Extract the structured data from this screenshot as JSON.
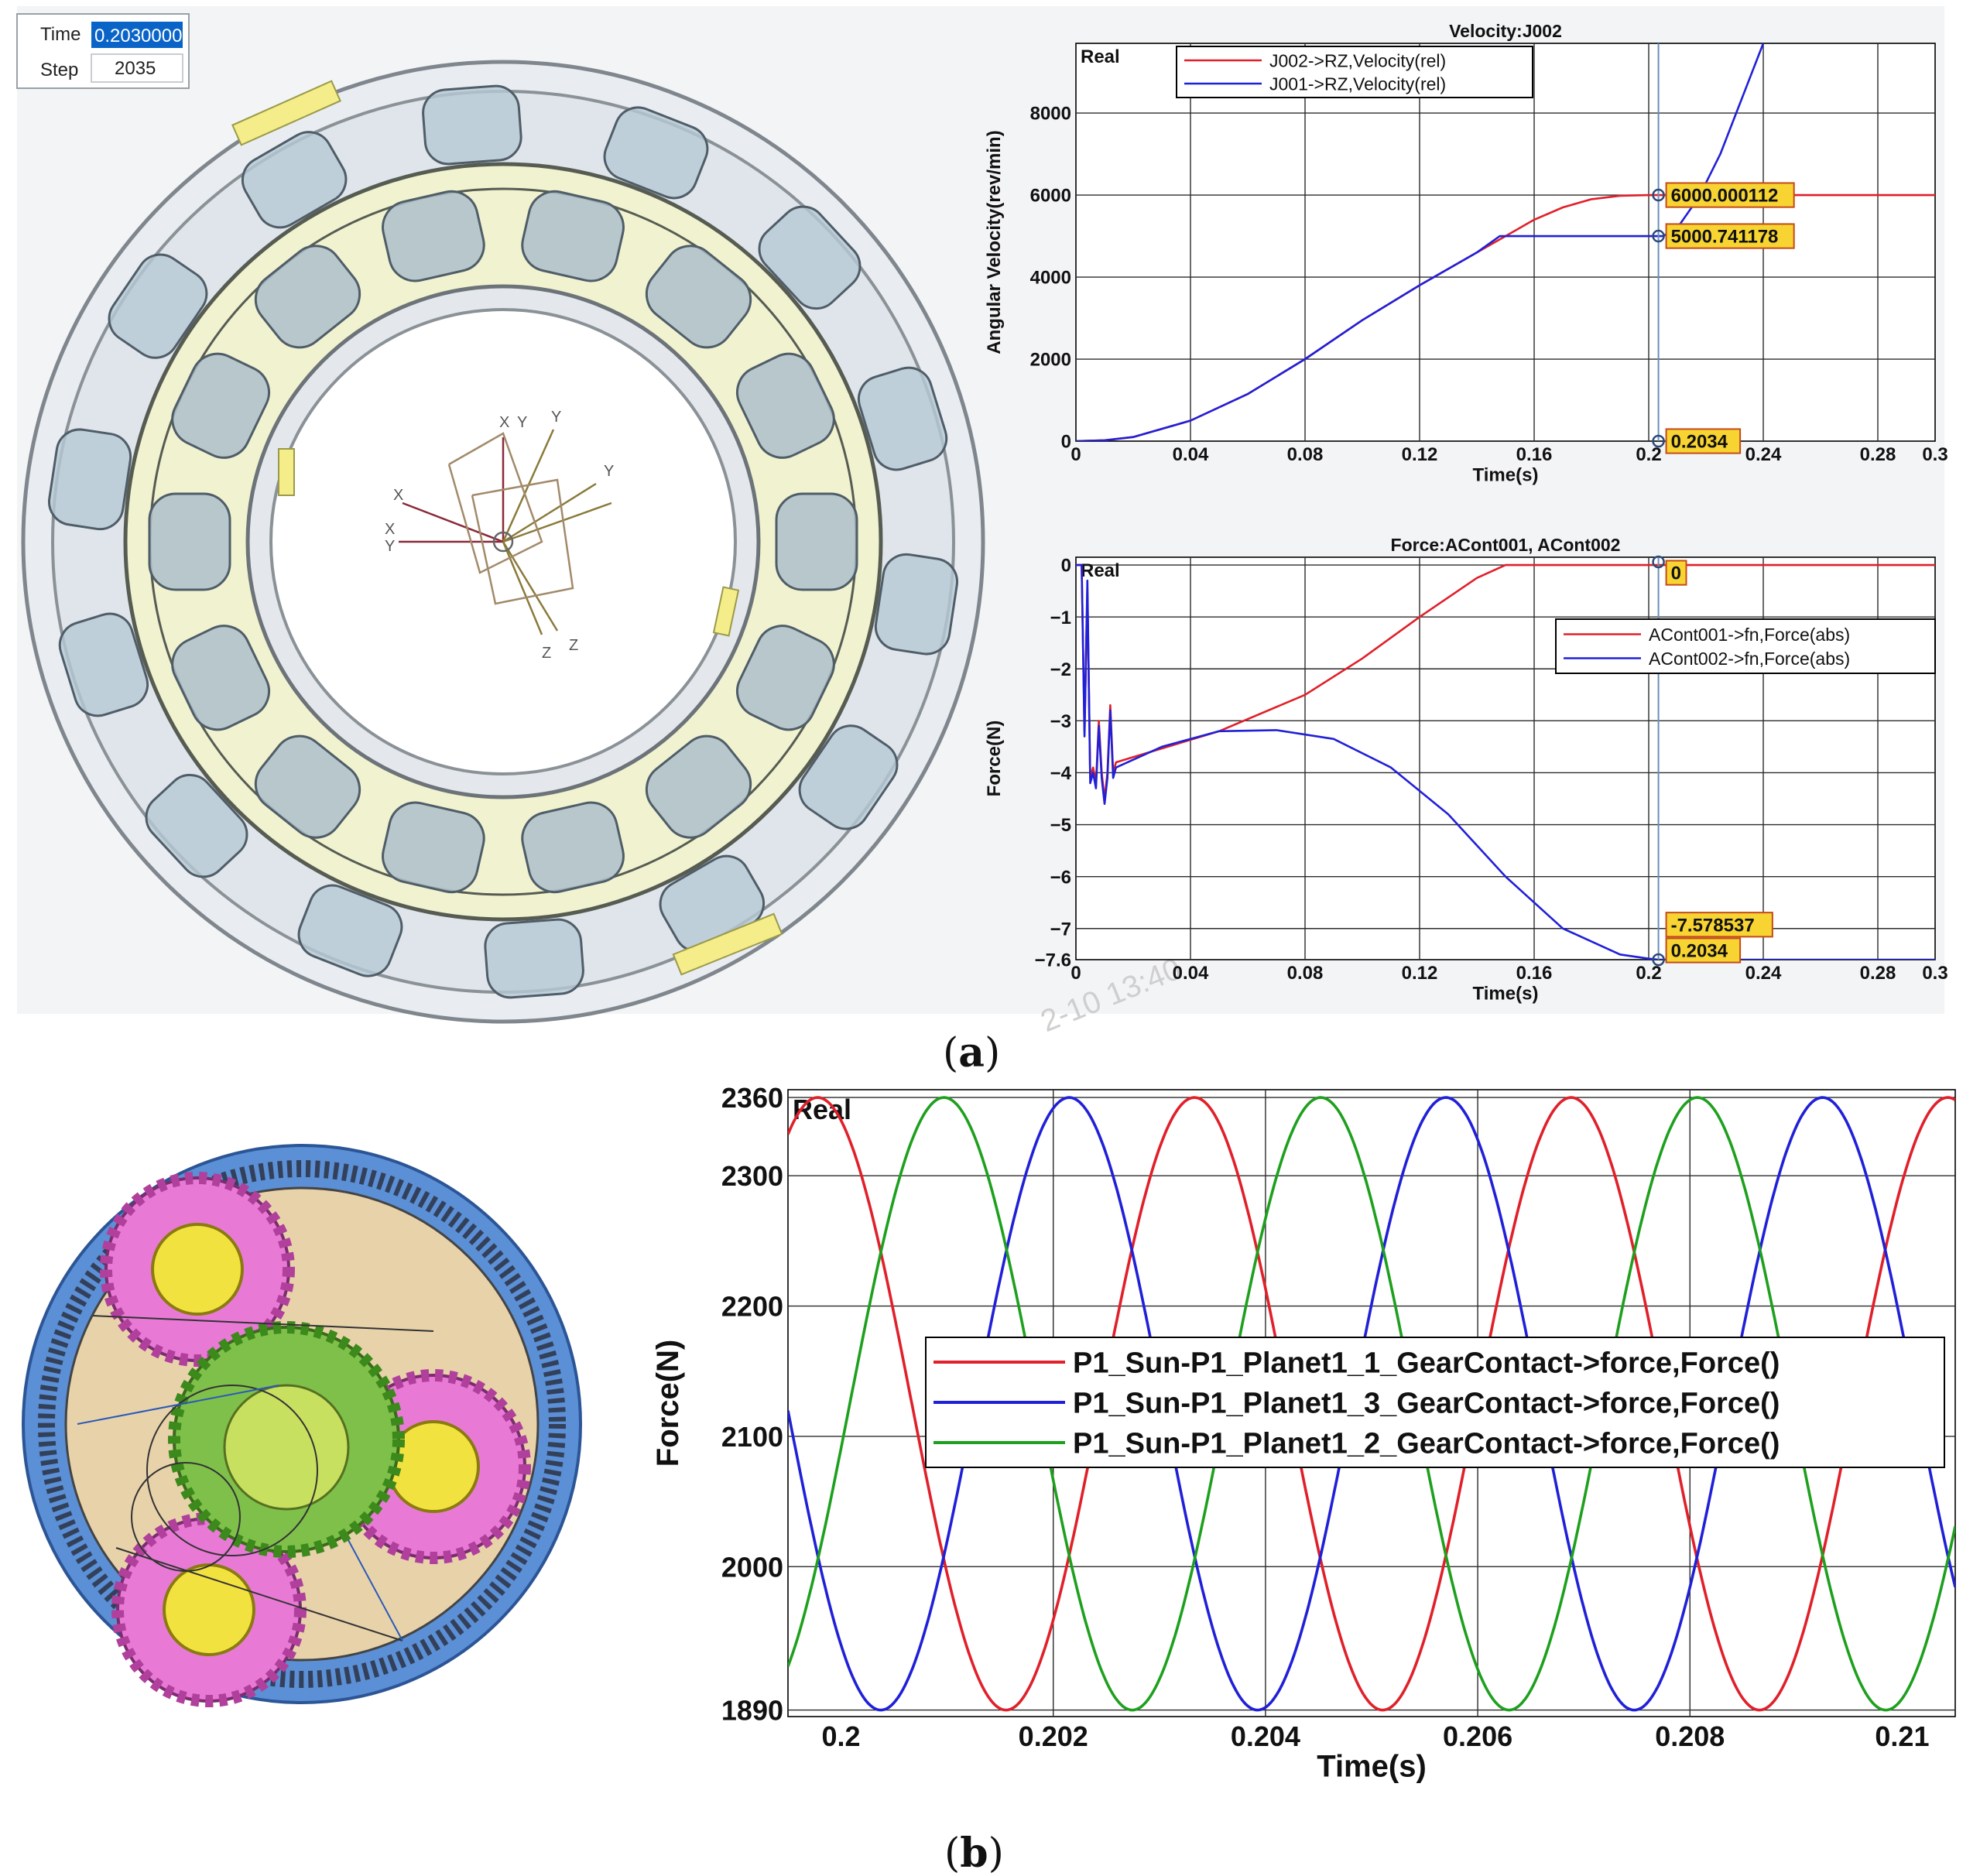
{
  "captions": {
    "a": "(a)",
    "a_letter": "a",
    "b": "(b)",
    "b_letter": "b"
  },
  "sim_panel": {
    "time_label": "Time",
    "time_value": "0.2030000",
    "step_label": "Step",
    "step_value": "2035"
  },
  "watermark": "2-10 13:40",
  "axis_glyphs": [
    "X",
    "Y",
    "X",
    "Y",
    "X",
    "Y",
    "Y",
    "Z",
    "Z"
  ],
  "colors": {
    "red": "#e0202a",
    "blue": "#2020d8",
    "green": "#1ea01e",
    "note": "#f7d431"
  },
  "chart_data": [
    {
      "id": "velocity",
      "type": "line",
      "title": "Velocity:J002",
      "xlabel": "Time(s)",
      "ylabel": "Angular Velocity(rev/min)",
      "xlim": [
        0,
        0.3
      ],
      "ylim": [
        0,
        9700
      ],
      "xticks": [
        0,
        0.04,
        0.08,
        0.12,
        0.16,
        0.2,
        0.24,
        0.28,
        0.3
      ],
      "xtick_labels": [
        "0",
        "0.04",
        "0.08",
        "0.12",
        "0.16",
        "0.2",
        "0.24",
        "0.28",
        "0.3"
      ],
      "yticks": [
        0,
        2000,
        4000,
        6000,
        8000
      ],
      "ytick_labels": [
        "0",
        "2000",
        "4000",
        "6000",
        "8000"
      ],
      "grid": true,
      "corner_label": "Real",
      "legend_position": "top-left",
      "series": [
        {
          "name": "J002->RZ,Velocity(rel)",
          "color": "#e0202a",
          "x": [
            0,
            0.01,
            0.02,
            0.04,
            0.06,
            0.08,
            0.1,
            0.12,
            0.14,
            0.15,
            0.16,
            0.17,
            0.18,
            0.19,
            0.2,
            0.205,
            0.3
          ],
          "y": [
            0,
            20,
            100,
            500,
            1150,
            2000,
            2950,
            3800,
            4600,
            5000,
            5400,
            5700,
            5900,
            5985,
            6000,
            6000,
            6000
          ]
        },
        {
          "name": "J001->RZ,Velocity(rel)",
          "color": "#2020d8",
          "x": [
            0,
            0.01,
            0.02,
            0.04,
            0.06,
            0.08,
            0.1,
            0.12,
            0.14,
            0.148,
            0.18,
            0.2,
            0.205,
            0.21,
            0.215,
            0.22,
            0.225,
            0.23,
            0.235,
            0.24
          ],
          "y": [
            0,
            20,
            100,
            500,
            1150,
            2000,
            2950,
            3800,
            4600,
            5000,
            5000,
            5000,
            5000,
            5200,
            5700,
            6300,
            7000,
            7900,
            8800,
            9700
          ]
        }
      ],
      "cursor_x": 0.2034,
      "annotations": [
        {
          "text": "6000.000112",
          "x": 0.2034,
          "y": 6000
        },
        {
          "text": "5000.741178",
          "x": 0.2034,
          "y": 5000
        },
        {
          "text": "0.2034",
          "x": 0.2034,
          "y": 0
        }
      ]
    },
    {
      "id": "force_contact",
      "type": "line",
      "title": "Force:ACont001, ACont002",
      "xlabel": "Time(s)",
      "ylabel": "Force(N)",
      "xlim": [
        0,
        0.3
      ],
      "ylim": [
        -7.6,
        0.15
      ],
      "xticks": [
        0,
        0.04,
        0.08,
        0.12,
        0.16,
        0.2,
        0.24,
        0.28,
        0.3
      ],
      "xtick_labels": [
        "0",
        "0.04",
        "0.08",
        "0.12",
        "0.16",
        "0.2",
        "0.24",
        "0.28",
        "0.3"
      ],
      "yticks": [
        0,
        -1,
        -2,
        -3,
        -4,
        -5,
        -6,
        -7,
        -7.6
      ],
      "ytick_labels": [
        "0",
        "−1",
        "−2",
        "−3",
        "−4",
        "−5",
        "−6",
        "−7",
        "−7.6"
      ],
      "grid": true,
      "corner_label": "Real",
      "legend_position": "right",
      "series": [
        {
          "name": "ACont001->fn,Force(abs)",
          "color": "#e0202a",
          "x": [
            0,
            0.002,
            0.003,
            0.004,
            0.005,
            0.006,
            0.007,
            0.008,
            0.009,
            0.01,
            0.011,
            0.012,
            0.013,
            0.014,
            0.02,
            0.05,
            0.08,
            0.1,
            0.12,
            0.14,
            0.15,
            0.2,
            0.3
          ],
          "y": [
            0,
            0,
            -3.2,
            -0.5,
            -4.1,
            -3.9,
            -4.2,
            -3.0,
            -4.0,
            -4.5,
            -4.0,
            -2.7,
            -4.0,
            -3.8,
            -3.7,
            -3.2,
            -2.5,
            -1.8,
            -1.0,
            -0.25,
            0,
            0,
            0
          ]
        },
        {
          "name": "ACont002->fn,Force(abs)",
          "color": "#2020d8",
          "x": [
            0,
            0.002,
            0.003,
            0.004,
            0.005,
            0.006,
            0.007,
            0.008,
            0.009,
            0.01,
            0.011,
            0.012,
            0.013,
            0.014,
            0.03,
            0.05,
            0.07,
            0.09,
            0.11,
            0.13,
            0.15,
            0.17,
            0.19,
            0.2,
            0.2034,
            0.3
          ],
          "y": [
            0,
            0,
            -3.3,
            -0.3,
            -4.2,
            -4.0,
            -4.3,
            -3.1,
            -4.1,
            -4.6,
            -4.1,
            -2.8,
            -4.1,
            -3.9,
            -3.5,
            -3.2,
            -3.18,
            -3.35,
            -3.9,
            -4.8,
            -6.0,
            -7.0,
            -7.5,
            -7.58,
            -7.6,
            -7.6
          ]
        }
      ],
      "cursor_x": 0.2034,
      "annotations": [
        {
          "text": "0",
          "x": 0.2034,
          "y": 0
        },
        {
          "text": "-7.578537",
          "x": 0.2034,
          "y": -7.0
        },
        {
          "text": "0.2034",
          "x": 0.2034,
          "y": -7.6
        }
      ]
    },
    {
      "id": "gear_force",
      "type": "line",
      "title": "",
      "xlabel": "Time(s)",
      "ylabel": "Force(N)",
      "xlim": [
        0.1995,
        0.2105
      ],
      "ylim": [
        1885,
        2366
      ],
      "xticks": [
        0.2,
        0.202,
        0.204,
        0.206,
        0.208,
        0.21
      ],
      "xtick_labels": [
        "0.2",
        "0.202",
        "0.204",
        "0.206",
        "0.208",
        "0.21"
      ],
      "yticks": [
        1890,
        2000,
        2100,
        2200,
        2300,
        2360
      ],
      "ytick_labels": [
        "1890",
        "2000",
        "2100",
        "2200",
        "2300",
        "2360"
      ],
      "grid": true,
      "corner_label": "Real",
      "legend_position": "middle-right",
      "waveform": {
        "mean": 2125,
        "amplitude": 235,
        "period": 0.00355
      },
      "series": [
        {
          "name": "P1_Sun-P1_Planet1_1_GearContact->force,Force()",
          "color": "#e0202a",
          "peak_times": [
            0.20333,
            0.20688,
            0.21043
          ]
        },
        {
          "name": "P1_Sun-P1_Planet1_3_GearContact->force,Force()",
          "color": "#2020d8",
          "peak_times": [
            0.20215,
            0.2057,
            0.20925
          ]
        },
        {
          "name": "P1_Sun-P1_Planet1_2_GearContact->force,Force()",
          "color": "#1ea01e",
          "peak_times": [
            0.20097,
            0.20452,
            0.20807
          ]
        }
      ]
    }
  ]
}
